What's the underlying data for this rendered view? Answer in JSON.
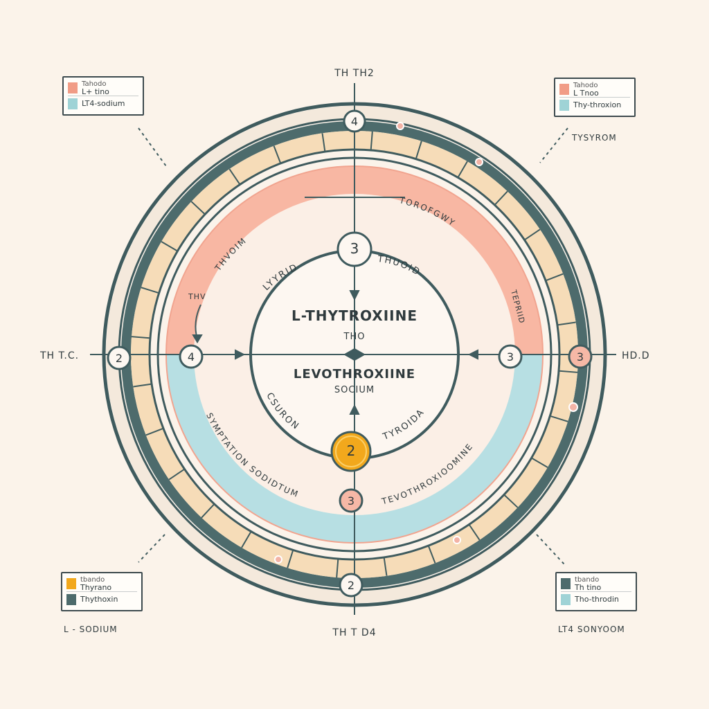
{
  "axis_labels": {
    "top": "TH TH2",
    "bottom": "TH T D4",
    "left": "TH T.C.",
    "right": "HD.D"
  },
  "center": {
    "title": "L-THYTROXIINE",
    "subtitle": "THO",
    "name": "LEVOTHROXIINE",
    "name2": "SOCIUM"
  },
  "inner_labels": {
    "upper_left": "LYYRID",
    "upper_right": "THUOID",
    "lower_left": "CSURON",
    "lower_right": "TYROIDA"
  },
  "band_labels": {
    "pink_left": "THVOIM",
    "pink_right": "TOROFGWY",
    "pink_far_left": "THV",
    "pink_far_right": "TEPRIID",
    "blue_left": "SYMPTATION SODIDTUM",
    "blue_right": "TEVOTHROXIOOMINE"
  },
  "nodes": {
    "top": "4",
    "inner_top": "3",
    "left_outer": "2",
    "left_inner": "4",
    "right_inner": "3",
    "right_outer": "3",
    "center_bottom": "2",
    "lower": "3",
    "bottom": "2"
  },
  "legends": {
    "top_left": {
      "top": "Tahodo",
      "row1": "L+ tino",
      "row2": "LT4-sodium"
    },
    "top_right": {
      "top": "Tahodo",
      "row1": "L Tnoo",
      "row2": "Thy-throxion",
      "caption": "TYSYROM"
    },
    "bottom_left": {
      "top": "tbando",
      "row1": "Thyrano",
      "row2": "Thythoxin",
      "caption": "L - SODIUM"
    },
    "bottom_right": {
      "top": "tbando",
      "row1": "Th tino",
      "row2": "Tho-throdin",
      "caption": "LT4 SONYOOM"
    }
  },
  "colors": {
    "background": "#fbf3ea",
    "pink": "#f8b7a3",
    "blue": "#b7dfe3",
    "dark_teal": "#3f5b5e",
    "cream": "#f6dcb8",
    "orange": "#f2a81c",
    "salmon": "#f19c86",
    "teal_swatch": "#7fb8bc"
  }
}
